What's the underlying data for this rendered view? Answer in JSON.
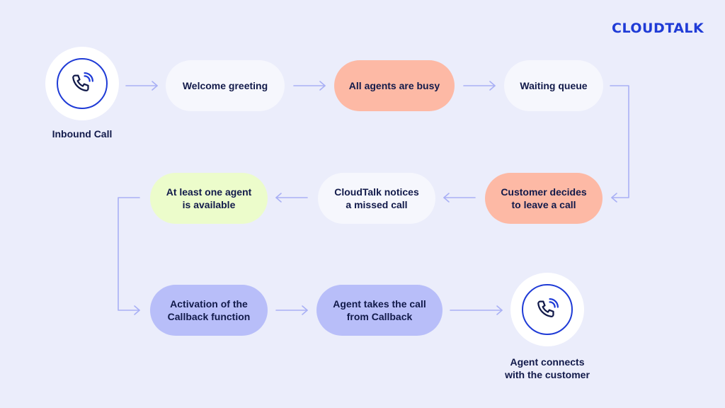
{
  "brand": {
    "logo_text": "CLOUDTALK",
    "accent_color": "#1f3bd6"
  },
  "diagram": {
    "start": {
      "caption": "Inbound Call",
      "icon": "phone-call-icon"
    },
    "end": {
      "caption": "Agent connects\nwith the customer",
      "icon": "phone-call-icon"
    },
    "steps": [
      {
        "label": "Welcome greeting",
        "color": "#f6f7fd"
      },
      {
        "label": "All agents are busy",
        "color": "#fdb9a5"
      },
      {
        "label": "Waiting queue",
        "color": "#f6f7fd"
      },
      {
        "label": "Customer decides\nto leave a call",
        "color": "#fdb9a5"
      },
      {
        "label": "CloudTalk notices\na missed call",
        "color": "#f6f7fd"
      },
      {
        "label": "At least one agent\nis available",
        "color": "#ecfccb"
      },
      {
        "label": "Activation of the\nCallback function",
        "color": "#b8bef9"
      },
      {
        "label": "Agent takes the call\nfrom Callback",
        "color": "#b8bef9"
      }
    ],
    "arrow_color": "#a9b0f5"
  }
}
